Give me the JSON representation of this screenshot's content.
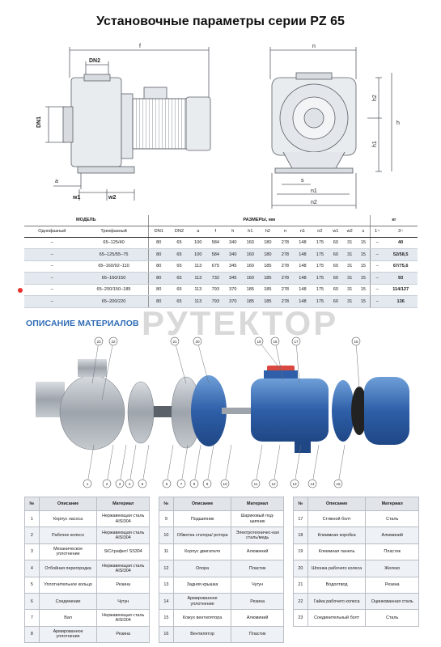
{
  "title": "Установочные параметры серии PZ 65",
  "drawing_labels": {
    "side": [
      "f",
      "DN2",
      "DN1",
      "a",
      "w1",
      "w2"
    ],
    "front": [
      "n",
      "h2",
      "h",
      "h1",
      "s",
      "n1",
      "n2"
    ]
  },
  "dimensions": {
    "group_headers": {
      "model": "МОДЕЛЬ",
      "sizes": "РАЗМЕРЫ, мм",
      "weight": "кг"
    },
    "columns": [
      "Однофазный",
      "Трехфазный",
      "DN1",
      "DN2",
      "a",
      "f",
      "h",
      "h1",
      "h2",
      "n",
      "n1",
      "n2",
      "w1",
      "w2",
      "s",
      "1~",
      "3~"
    ],
    "rows": [
      [
        "–",
        "65–125/40",
        "80",
        "65",
        "100",
        "584",
        "340",
        "160",
        "180",
        "278",
        "148",
        "175",
        "60",
        "31",
        "15",
        "–",
        "40"
      ],
      [
        "–",
        "65–125/55–75",
        "80",
        "65",
        "100",
        "584",
        "340",
        "160",
        "180",
        "278",
        "148",
        "175",
        "60",
        "31",
        "15",
        "–",
        "52/58,5"
      ],
      [
        "–",
        "65–160/92–110",
        "80",
        "65",
        "113",
        "675",
        "345",
        "160",
        "185",
        "278",
        "148",
        "175",
        "60",
        "31",
        "15",
        "–",
        "67/75,6"
      ],
      [
        "–",
        "65–160/150",
        "80",
        "65",
        "113",
        "732",
        "345",
        "160",
        "185",
        "278",
        "148",
        "175",
        "60",
        "31",
        "15",
        "–",
        "93"
      ],
      [
        "–",
        "65–200/150–185",
        "80",
        "65",
        "113",
        "793",
        "370",
        "185",
        "185",
        "278",
        "148",
        "175",
        "60",
        "31",
        "15",
        "–",
        "114/127"
      ],
      [
        "–",
        "65–200/220",
        "80",
        "65",
        "113",
        "793",
        "370",
        "185",
        "185",
        "278",
        "148",
        "175",
        "60",
        "31",
        "15",
        "–",
        "136"
      ]
    ]
  },
  "materials_title": "ОПИСАНИЕ МАТЕРИАЛОВ",
  "watermark": "РУТЕКТОР",
  "callouts_top": [
    "23",
    "22",
    "21",
    "20",
    "19",
    "18",
    "17",
    "16"
  ],
  "callouts_bottom": [
    "1",
    "2",
    "3",
    "4",
    "5",
    "6",
    "7",
    "8",
    "9",
    "10",
    "11",
    "12",
    "13",
    "14",
    "15"
  ],
  "materials_header": [
    "№",
    "Описание",
    "Материал"
  ],
  "materials": [
    [
      [
        "1",
        "Корпус насоса",
        "Нержавеющая сталь AISI304"
      ],
      [
        "2",
        "Рабочее колесо",
        "Нержавеющая сталь AISI304"
      ],
      [
        "3",
        "Механическое уплотнение",
        "SiC/графит/ SS304"
      ],
      [
        "4",
        "Отбойная перегородка",
        "Нержавеющая сталь AISI304"
      ],
      [
        "5",
        "Уплотнительное кольцо",
        "Резина"
      ],
      [
        "6",
        "Соединение",
        "Чугун"
      ],
      [
        "7",
        "Вал",
        "Нержавеющая сталь AISI304"
      ],
      [
        "8",
        "Армированное уплотнение",
        "Резина"
      ]
    ],
    [
      [
        "9",
        "Подшипник",
        "Шариковый под-шипник"
      ],
      [
        "10",
        "Обмотка статора/ ротора",
        "Электротехничес-кая сталь/медь"
      ],
      [
        "11",
        "Корпус двигателя",
        "Алюминий"
      ],
      [
        "12",
        "Опора",
        "Пластик"
      ],
      [
        "13",
        "Задняя крышка",
        "Чугун"
      ],
      [
        "14",
        "Армированное уплотнение",
        "Резина"
      ],
      [
        "15",
        "Кожух вентилятора",
        "Алюминий"
      ],
      [
        "16",
        "Вентилятор",
        "Пластик"
      ]
    ],
    [
      [
        "17",
        "Стяжной болт",
        "Сталь"
      ],
      [
        "18",
        "Клеммная коробка",
        "Алюминий"
      ],
      [
        "19",
        "Клеммная панель",
        "Пластик"
      ],
      [
        "20",
        "Шпонка рабочего колеса",
        "Железо"
      ],
      [
        "21",
        "Водоотвод",
        "Резина"
      ],
      [
        "22",
        "Гайка рабочего колеса",
        "Оцинкованная сталь"
      ],
      [
        "23",
        "Соединительный болт",
        "Сталь"
      ]
    ]
  ]
}
